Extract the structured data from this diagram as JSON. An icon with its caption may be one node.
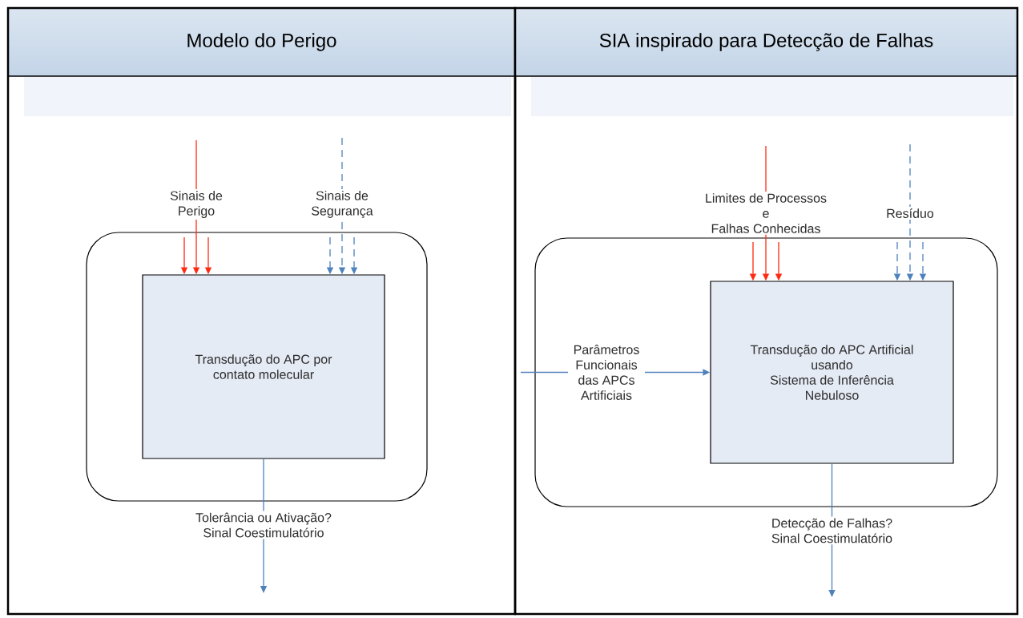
{
  "diagram": {
    "nodes": [
      {
        "text": [
          "Modelo do Perigo"
        ]
      },
      {
        "text": [
          "SIA inspirado para Detecção de Falhas"
        ]
      },
      {
        "text": [],
        "shape": "box",
        "in": 0
      },
      {
        "text": [
          "Transdução do APC por contato molecular"
        ],
        "in": 2
      },
      {
        "text": [],
        "shape": "box",
        "in": 1
      },
      {
        "text": [
          "Transdução do APC Artificial usando Sistema de Inferência Nebuloso"
        ],
        "in": 4
      }
    ],
    "edges": [
      {
        "from": null,
        "to": 3,
        "arrow": "to",
        "color": "#ff2a12"
      },
      {
        "from": null,
        "to": 3,
        "arrow": "to",
        "color": "#ff2a12",
        "label": "Sinais de Perigo"
      },
      {
        "from": null,
        "to": 3,
        "arrow": "to",
        "color": "#ff2a12"
      },
      {
        "from": null,
        "to": 3,
        "arrow": "to",
        "style": "dashed"
      },
      {
        "from": null,
        "to": 3,
        "arrow": "to",
        "style": "dashed",
        "label": "Sinais de Segurança"
      },
      {
        "from": null,
        "to": 3,
        "arrow": "to",
        "style": "dashed"
      },
      {
        "from": 3,
        "to": null,
        "arrow": "to",
        "label": "Tolerância ou Ativação? Sinal Coestimulatório"
      },
      {
        "from": null,
        "to": 5,
        "arrow": "to",
        "color": "#ff2a12"
      },
      {
        "from": null,
        "to": 5,
        "arrow": "to",
        "color": "#ff2a12",
        "label": "Limites de Processos e Falhas Conhecidas"
      },
      {
        "from": null,
        "to": 5,
        "arrow": "to",
        "color": "#ff2a12"
      },
      {
        "from": null,
        "to": 5,
        "arrow": "to",
        "style": "dashed"
      },
      {
        "from": null,
        "to": 5,
        "arrow": "to",
        "style": "dashed",
        "label": "Resíduo"
      },
      {
        "from": null,
        "to": 5,
        "arrow": "to",
        "style": "dashed"
      },
      {
        "from": null,
        "to": 5,
        "arrow": "to",
        "label": "Parâmetros Funcionais das APCs Artificiais"
      },
      {
        "from": 5,
        "to": null,
        "arrow": "to",
        "label": "Detecção de Falhas? Sinal Coestimulatório"
      }
    ]
  }
}
